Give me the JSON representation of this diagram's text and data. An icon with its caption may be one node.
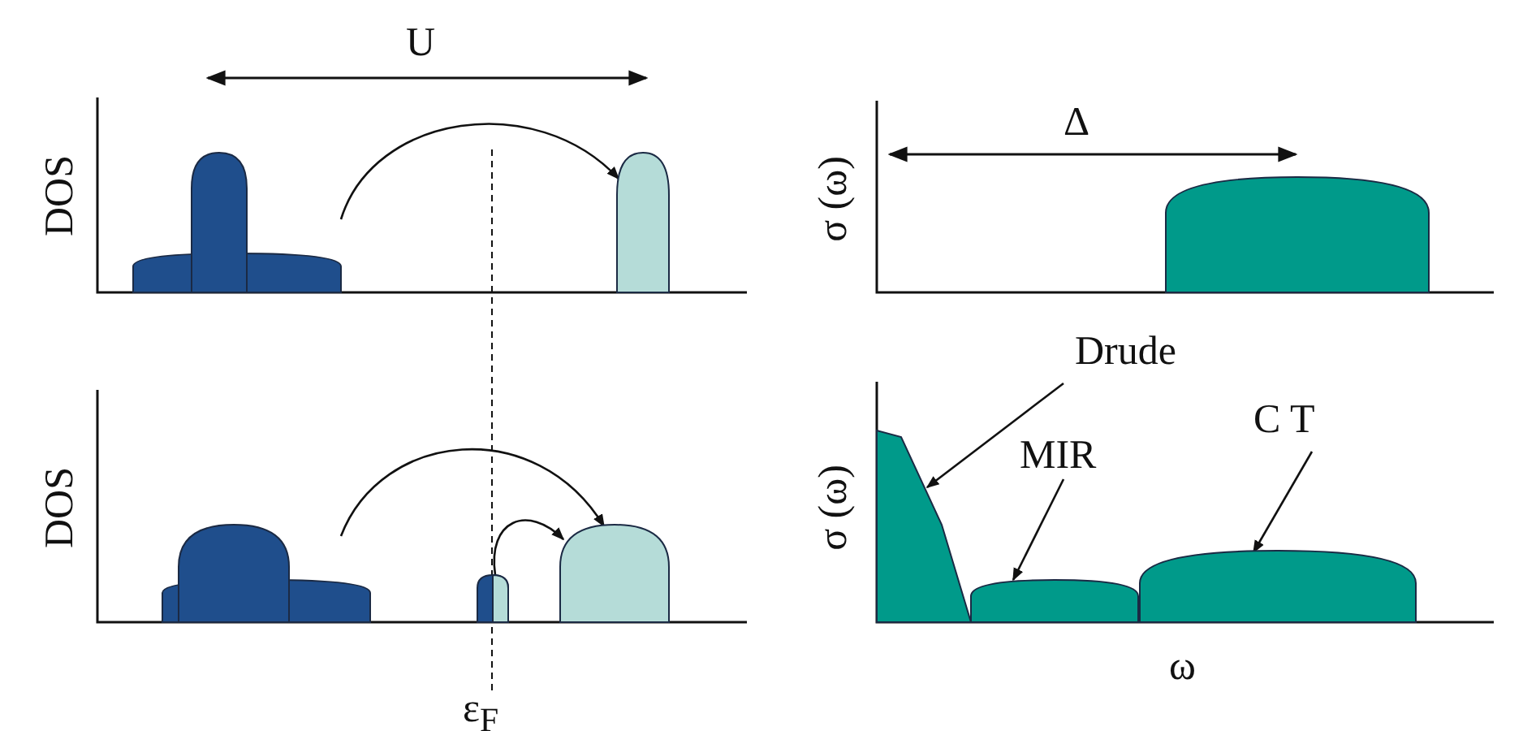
{
  "diagram": {
    "nodes": [
      {
        "text": [],
        "shape": "box"
      },
      {
        "text": [],
        "shape": "box"
      },
      {
        "text": [],
        "shape": "box"
      },
      {
        "text": [],
        "shape": "box"
      },
      {
        "text": [],
        "shape": "box"
      },
      {
        "text": [],
        "shape": "box"
      },
      {
        "text": [
          "Drude"
        ]
      },
      {
        "text": [],
        "shape": "box"
      },
      {
        "text": [
          "MIR"
        ]
      },
      {
        "text": [],
        "shape": "box"
      },
      {
        "text": [
          "C T"
        ]
      },
      {
        "text": [],
        "shape": "box"
      }
    ],
    "edges": [
      {
        "from": 0,
        "to": 1,
        "arrow": "to"
      },
      {
        "from": 2,
        "to": 4,
        "arrow": "to"
      },
      {
        "from": 3,
        "to": 4,
        "arrow": "to"
      },
      {
        "from": 6,
        "to": 7,
        "arrow": "to"
      },
      {
        "from": 8,
        "to": 9,
        "arrow": "to"
      },
      {
        "from": 10,
        "to": 11,
        "arrow": "to"
      }
    ],
    "labels": [
      "U",
      "DOS",
      "σ (ω)",
      "Δ",
      "DOS",
      "σ (ω)",
      "ε$_{F}$",
      "ω"
    ]
  }
}
